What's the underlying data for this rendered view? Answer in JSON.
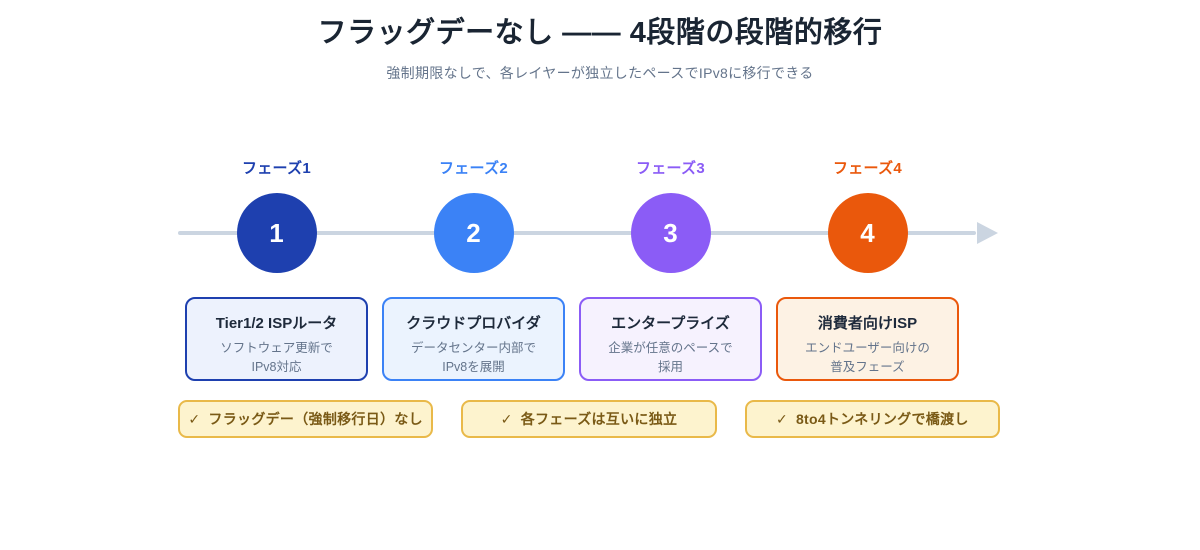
{
  "header": {
    "title": "フラッグデーなし —— 4段階の段階的移行",
    "subtitle": "強制期限なしで、各レイヤーが独立したペースでIPv8に移行できる"
  },
  "phases": [
    {
      "label": "フェーズ1",
      "number": "1",
      "card_title": "Tier1/2 ISPルータ",
      "card_line1": "ソフトウェア更新で",
      "card_line2": "IPv8対応",
      "color": "#1e40af",
      "card_bg": "#edf2fd"
    },
    {
      "label": "フェーズ2",
      "number": "2",
      "card_title": "クラウドプロバイダ",
      "card_line1": "データセンター内部で",
      "card_line2": "IPv8を展開",
      "color": "#3b82f6",
      "card_bg": "#ebf3fe"
    },
    {
      "label": "フェーズ3",
      "number": "3",
      "card_title": "エンタープライズ",
      "card_line1": "企業が任意のペースで",
      "card_line2": "採用",
      "color": "#8b5cf6",
      "card_bg": "#f6f2fe"
    },
    {
      "label": "フェーズ4",
      "number": "4",
      "card_title": "消費者向けISP",
      "card_line1": "エンドユーザー向けの",
      "card_line2": "普及フェーズ",
      "color": "#ea580c",
      "card_bg": "#fdf2e4"
    }
  ],
  "badges": {
    "check_icon": "✓",
    "items": [
      {
        "label": "フラッグデー（強制移行日）なし"
      },
      {
        "label": "各フェーズは互いに独立"
      },
      {
        "label": "8to4トンネリングで橋渡し"
      }
    ]
  },
  "colors": {
    "title_text": "#1a2533",
    "subtitle_text": "#64748b",
    "timeline_track": "#cbd5e1",
    "badge_bg": "#fdf3ce",
    "badge_border": "#e9b949",
    "badge_text": "#7a5a16"
  }
}
